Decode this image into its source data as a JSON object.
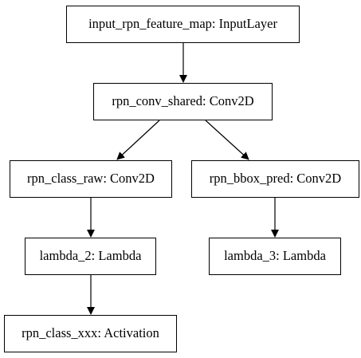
{
  "nodes": {
    "input": {
      "label": "input_rpn_feature_map: InputLayer"
    },
    "conv_shared": {
      "label": "rpn_conv_shared: Conv2D"
    },
    "class_raw": {
      "label": "rpn_class_raw: Conv2D"
    },
    "bbox_pred": {
      "label": "rpn_bbox_pred: Conv2D"
    },
    "lambda_2": {
      "label": "lambda_2: Lambda"
    },
    "lambda_3": {
      "label": "lambda_3: Lambda"
    },
    "class_act": {
      "label": "rpn_class_xxx: Activation"
    }
  },
  "edges": [
    {
      "from": "input",
      "to": "conv_shared"
    },
    {
      "from": "conv_shared",
      "to": "class_raw"
    },
    {
      "from": "conv_shared",
      "to": "bbox_pred"
    },
    {
      "from": "class_raw",
      "to": "lambda_2"
    },
    {
      "from": "bbox_pred",
      "to": "lambda_3"
    },
    {
      "from": "lambda_2",
      "to": "class_act"
    }
  ],
  "colors": {
    "stroke": "#000000",
    "background": "#ffffff"
  }
}
